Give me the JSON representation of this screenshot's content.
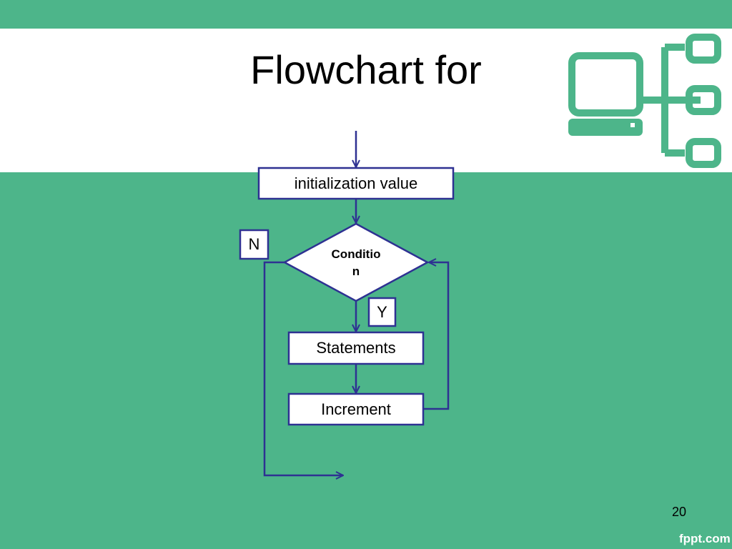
{
  "slide": {
    "title": "Flowchart for",
    "page_number": "20",
    "watermark": "fppt.com"
  },
  "colors": {
    "background": "#4db58a",
    "header": "#ffffff",
    "stroke": "#2e3192",
    "logo": "#4db58a"
  },
  "flowchart": {
    "nodes": {
      "init": "initialization value",
      "condition": "Conditio\nn",
      "statements": "Statements",
      "increment": "Increment",
      "no_label": "N",
      "yes_label": "Y"
    }
  },
  "icons": {
    "logo": "flowchart-network-icon"
  }
}
